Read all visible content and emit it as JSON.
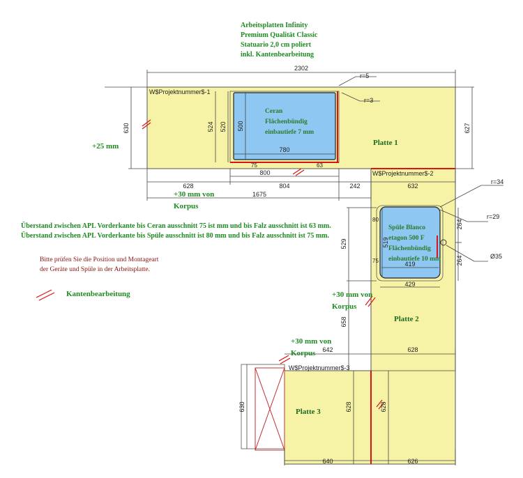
{
  "header_notes": [
    "Arbeitsplatten Infinity",
    "Premium Qualität Classic",
    "Statuario 2,0 cm poliert",
    "inkl. Kantenbearbeitung"
  ],
  "overhang_notes": [
    "Überstand zwischen APL Vorderkante bis Ceran ausschnitt 75 ist mm und bis Falz ausschnitt ist 63 mm.",
    "Überstand zwischen APL Vorderkante bis Spüle ausschnitt ist 80 mm und bis Falz ausschnitt ist 75 mm."
  ],
  "check_note": [
    "Bitte prüfen Sie die Position und Montageart",
    "der Geräte und Spüle in der Arbeitsplatte."
  ],
  "legend": {
    "label": "Kantenbearbeitung"
  },
  "plates": {
    "p1": "Platte 1",
    "p2": "Platte 2",
    "p3": "Platte 3"
  },
  "project_refs": {
    "r1": "W$Projektnummer$-1",
    "r2": "W$Projektnummer$-2",
    "r3": "W$Projektnummer$-3"
  },
  "ceran": [
    "Ceran",
    "Flächenbündig",
    "einbautiefe 7 mm"
  ],
  "sink": [
    "Spüle Blanco",
    "etagon 500 F",
    "Flächenbündig",
    "einbautiefe 10 mm"
  ],
  "offsets": {
    "o1": "+25 mm",
    "o2a": "+30 mm von",
    "o2b": "Korpus",
    "o3a": "+30 mm von",
    "o3b": "Korpus",
    "o4a": "+30 mm von",
    "o4b": "Korpus"
  },
  "dims": {
    "d2302": "2302",
    "d630a": "630",
    "d627": "627",
    "d524": "524",
    "d520": "520",
    "d500": "500",
    "d780": "780",
    "d75a": "75",
    "d63": "63",
    "d800": "800",
    "d628a": "628",
    "d804": "804",
    "d242": "242",
    "d632": "632",
    "d1675": "1675",
    "r5": "r=5",
    "r3": "r=3",
    "r34": "r=34",
    "r29": "r=29",
    "d35": "Ø35",
    "d529": "529",
    "d519": "519",
    "d80": "80",
    "d75b": "75",
    "d419": "419",
    "d429": "429",
    "d264a": "264",
    "d264b": "264",
    "d658": "658",
    "d642": "642",
    "d628b": "628",
    "d630b": "630",
    "d628c": "628",
    "d628d": "628",
    "d640": "640",
    "d626": "626"
  }
}
